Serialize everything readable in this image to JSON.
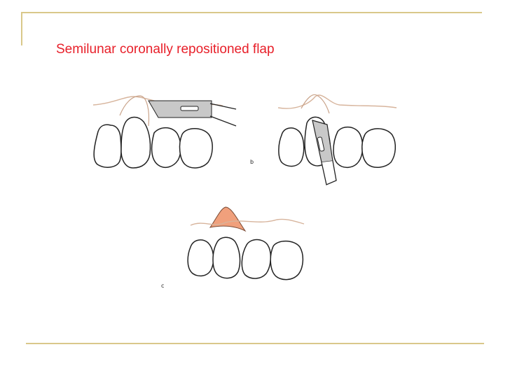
{
  "slide": {
    "title": "Semilunar coronally repositioned flap"
  },
  "figure": {
    "panel_labels": [
      "b",
      "c"
    ],
    "colors": {
      "gingiva_line": "#d7b49c",
      "flap_fill": "#f0a07c",
      "blade_fill": "#c8c8c8",
      "outline": "#222222",
      "frame": "#d9c88a",
      "title": "#e8202a"
    }
  }
}
